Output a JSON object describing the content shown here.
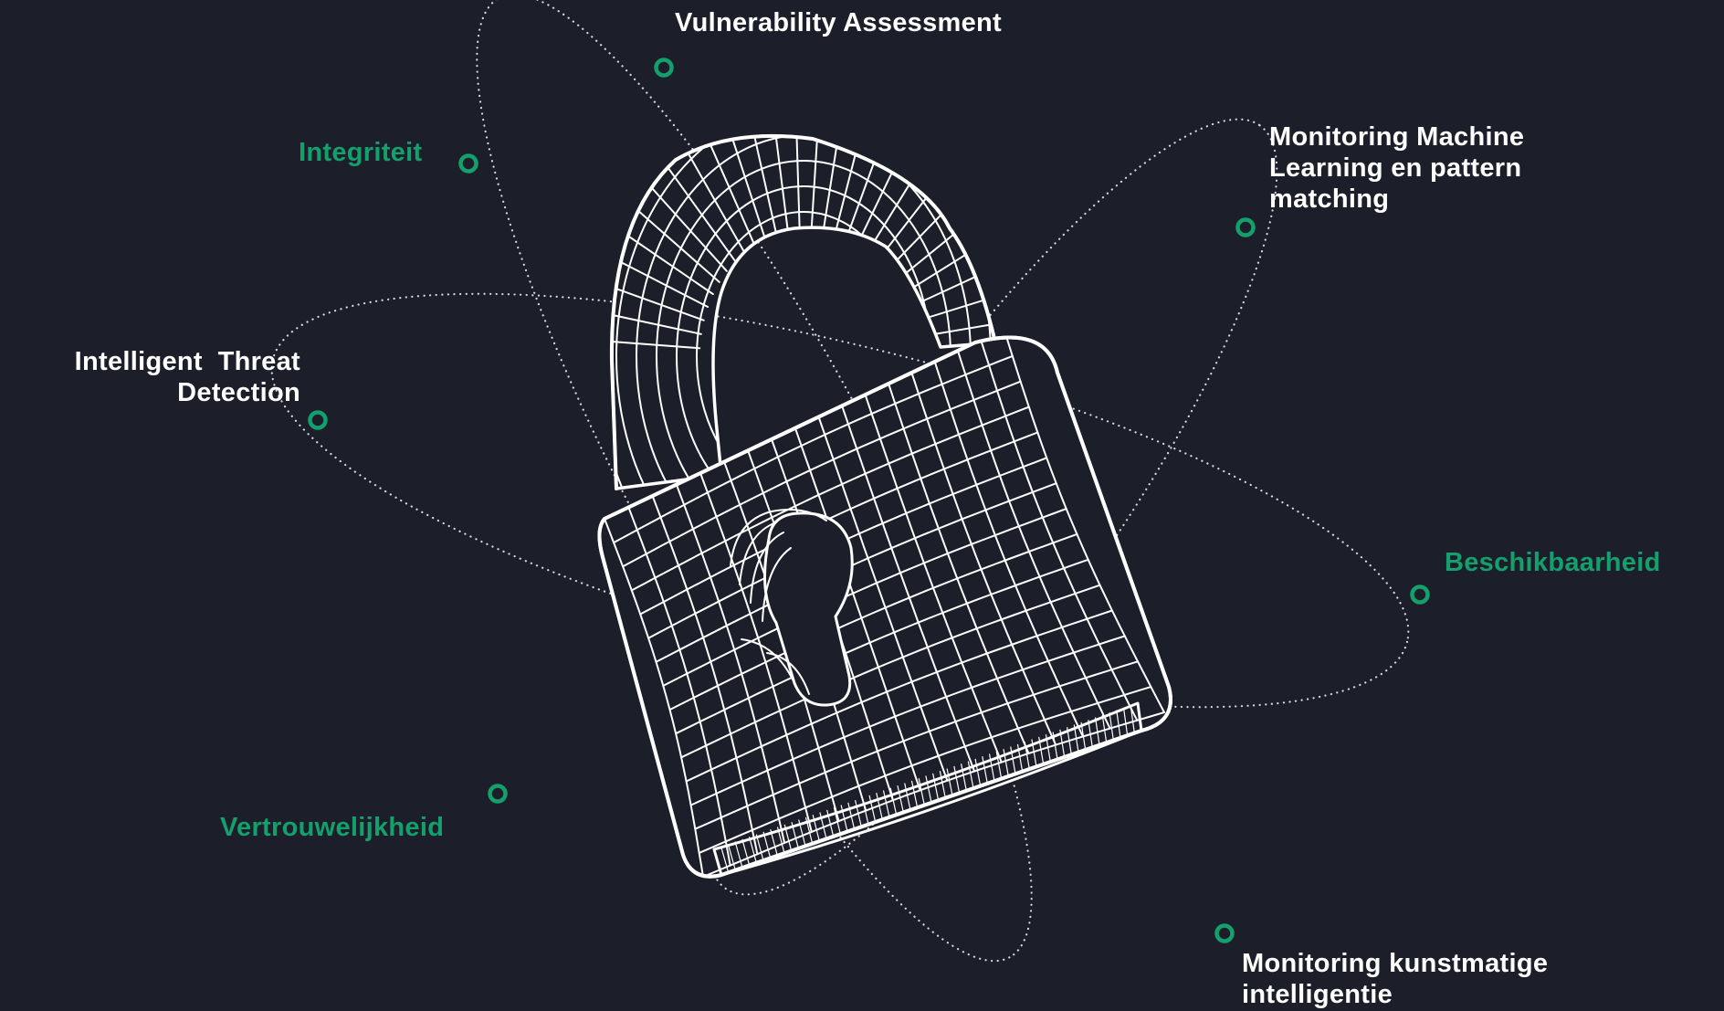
{
  "colors": {
    "background": "#1c1e29",
    "line": "#ffffff",
    "accent": "#14a06c"
  },
  "icons": {
    "center": "padlock-wireframe-icon",
    "node": "ring-node-icon"
  },
  "labels": {
    "vulnerability": "Vulnerability Assessment",
    "integriteit": "Integriteit",
    "monitoring_ml": [
      "Monitoring Machine",
      "Learning en pattern",
      "matching"
    ],
    "threat_detection": [
      "Intelligent  Threat",
      "Detection"
    ],
    "beschikbaarheid": "Beschikbaarheid",
    "vertrouwelijkheid": "Vertrouwelijkheid",
    "monitoring_ai": [
      "Monitoring kunstmatige",
      "intelligentie"
    ]
  }
}
